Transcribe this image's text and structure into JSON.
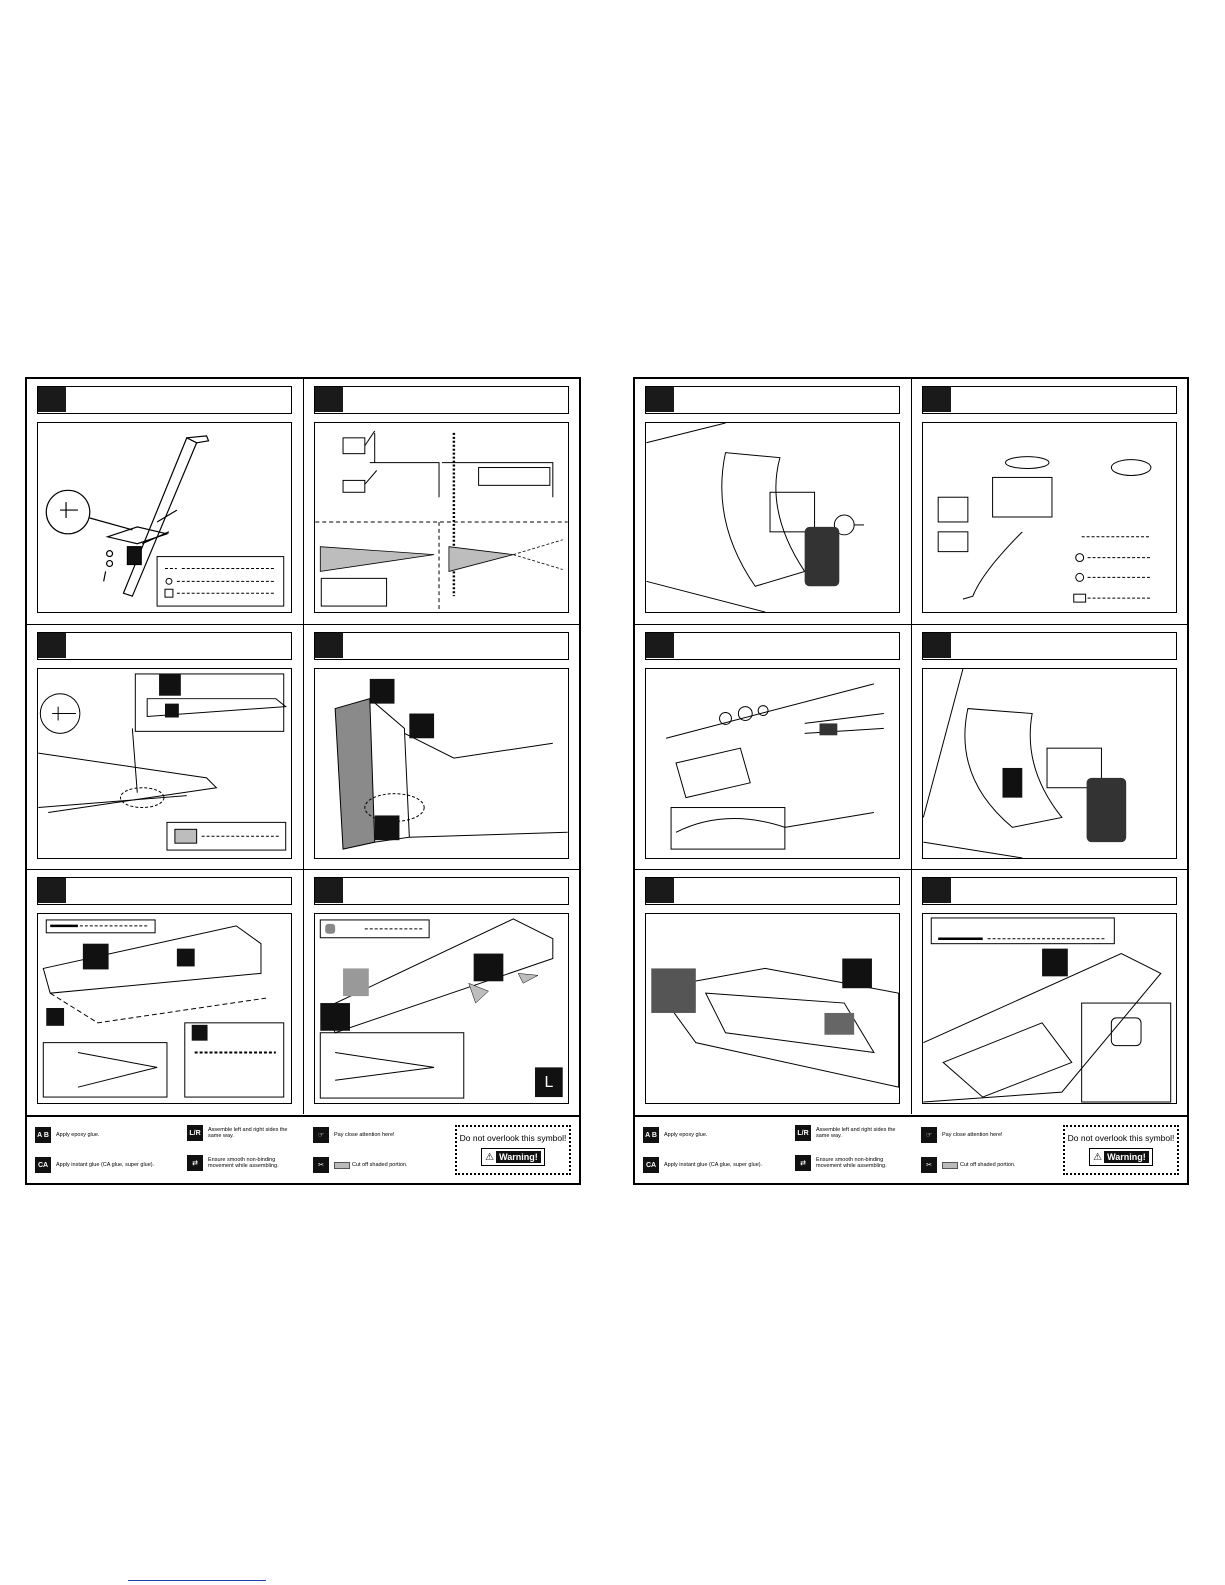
{
  "legend": {
    "epoxy": "Apply epoxy glue.",
    "ca": "Apply instant glue (CA glue, super glue).",
    "same_way": "Assemble left and right sides the same way.",
    "smooth": "Ensure smooth non-binding movement while assembling.",
    "attention": "Pay close attention here!",
    "cut_off": "Cut off shaded portion.",
    "notice_title": "Do not overlook this symbol!",
    "warning_label": "Warning!"
  },
  "icons": {
    "epoxy_letters": "A B",
    "ca_letters": "CA",
    "lr_letters": "L/R"
  },
  "colors": {
    "ink": "#000000",
    "step_badge": "#1a1a1a",
    "shade": "#bdbdbd",
    "link": "#1b3fb0"
  }
}
